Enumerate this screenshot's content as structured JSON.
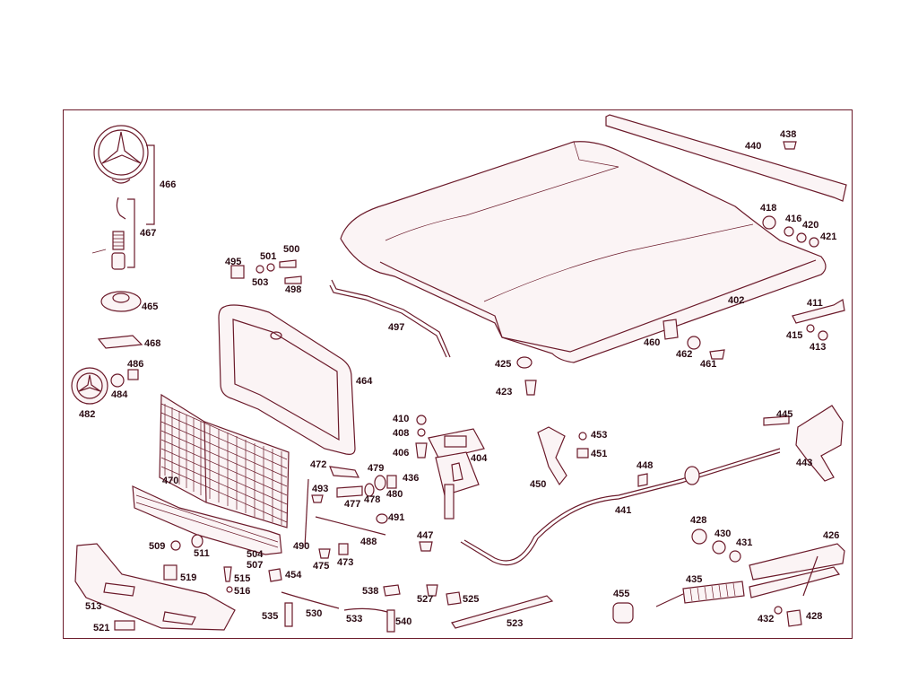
{
  "diagram": {
    "labels": [
      {
        "id": "466",
        "text": "466"
      },
      {
        "id": "467",
        "text": "467"
      },
      {
        "id": "465",
        "text": "465"
      },
      {
        "id": "468",
        "text": "468"
      },
      {
        "id": "486",
        "text": "486"
      },
      {
        "id": "484",
        "text": "484"
      },
      {
        "id": "482",
        "text": "482"
      },
      {
        "id": "495",
        "text": "495"
      },
      {
        "id": "501",
        "text": "501"
      },
      {
        "id": "500",
        "text": "500"
      },
      {
        "id": "503",
        "text": "503"
      },
      {
        "id": "498",
        "text": "498"
      },
      {
        "id": "497",
        "text": "497"
      },
      {
        "id": "464",
        "text": "464"
      },
      {
        "id": "470",
        "text": "470"
      },
      {
        "id": "440",
        "text": "440"
      },
      {
        "id": "438",
        "text": "438"
      },
      {
        "id": "418",
        "text": "418"
      },
      {
        "id": "416",
        "text": "416"
      },
      {
        "id": "420",
        "text": "420"
      },
      {
        "id": "421",
        "text": "421"
      },
      {
        "id": "402",
        "text": "402"
      },
      {
        "id": "411",
        "text": "411"
      },
      {
        "id": "415",
        "text": "415"
      },
      {
        "id": "413",
        "text": "413"
      },
      {
        "id": "460",
        "text": "460"
      },
      {
        "id": "462",
        "text": "462"
      },
      {
        "id": "461",
        "text": "461"
      },
      {
        "id": "425",
        "text": "425"
      },
      {
        "id": "423",
        "text": "423"
      },
      {
        "id": "410",
        "text": "410"
      },
      {
        "id": "408",
        "text": "408"
      },
      {
        "id": "406",
        "text": "406"
      },
      {
        "id": "404",
        "text": "404"
      },
      {
        "id": "436",
        "text": "436"
      },
      {
        "id": "453",
        "text": "453"
      },
      {
        "id": "451",
        "text": "451"
      },
      {
        "id": "450",
        "text": "450"
      },
      {
        "id": "445",
        "text": "445"
      },
      {
        "id": "443",
        "text": "443"
      },
      {
        "id": "448",
        "text": "448"
      },
      {
        "id": "441",
        "text": "441"
      },
      {
        "id": "472",
        "text": "472"
      },
      {
        "id": "479",
        "text": "479"
      },
      {
        "id": "493",
        "text": "493"
      },
      {
        "id": "477",
        "text": "477"
      },
      {
        "id": "478",
        "text": "478"
      },
      {
        "id": "480",
        "text": "480"
      },
      {
        "id": "491",
        "text": "491"
      },
      {
        "id": "488",
        "text": "488"
      },
      {
        "id": "490",
        "text": "490"
      },
      {
        "id": "475",
        "text": "475"
      },
      {
        "id": "473",
        "text": "473"
      },
      {
        "id": "447",
        "text": "447"
      },
      {
        "id": "509",
        "text": "509"
      },
      {
        "id": "511",
        "text": "511"
      },
      {
        "id": "504",
        "text": "504"
      },
      {
        "id": "507",
        "text": "507"
      },
      {
        "id": "519",
        "text": "519"
      },
      {
        "id": "454",
        "text": "454"
      },
      {
        "id": "515",
        "text": "515"
      },
      {
        "id": "516",
        "text": "516"
      },
      {
        "id": "513",
        "text": "513"
      },
      {
        "id": "521",
        "text": "521"
      },
      {
        "id": "535",
        "text": "535"
      },
      {
        "id": "530",
        "text": "530"
      },
      {
        "id": "533",
        "text": "533"
      },
      {
        "id": "540",
        "text": "540"
      },
      {
        "id": "538",
        "text": "538"
      },
      {
        "id": "527",
        "text": "527"
      },
      {
        "id": "525",
        "text": "525"
      },
      {
        "id": "523",
        "text": "523"
      },
      {
        "id": "428a",
        "text": "428"
      },
      {
        "id": "430",
        "text": "430"
      },
      {
        "id": "431",
        "text": "431"
      },
      {
        "id": "426",
        "text": "426"
      },
      {
        "id": "435",
        "text": "435"
      },
      {
        "id": "455",
        "text": "455"
      },
      {
        "id": "432",
        "text": "432"
      },
      {
        "id": "428b",
        "text": "428"
      }
    ]
  }
}
